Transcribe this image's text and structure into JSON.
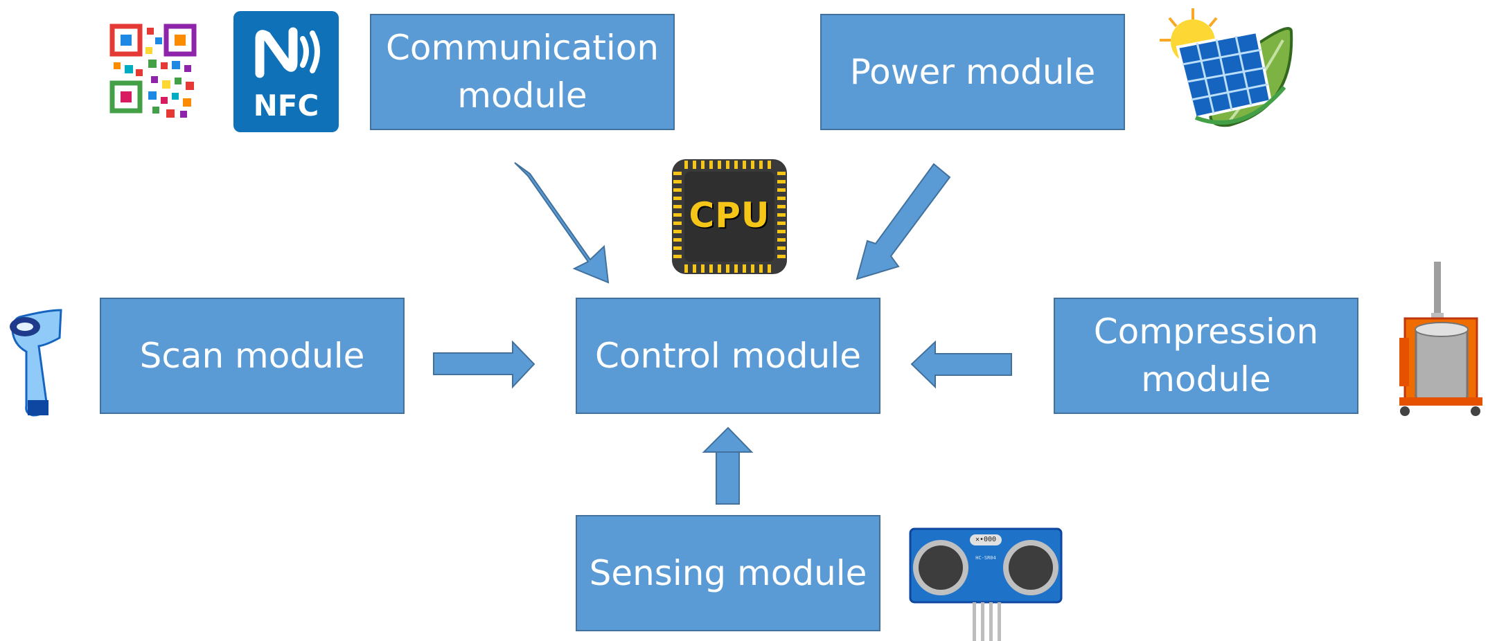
{
  "modules": {
    "communication": "Communication\nmodule",
    "power": "Power module",
    "scan": "Scan module",
    "control": "Control module",
    "compression": "Compression\nmodule",
    "sensing": "Sensing module"
  },
  "icons": {
    "qr": "qr-code-icon",
    "nfc": "nfc-icon",
    "nfc_label": "NFC",
    "cpu": "cpu-chip-icon",
    "cpu_label": "CPU",
    "solar": "solar-panel-leaf-icon",
    "scanner": "barcode-scanner-icon",
    "compactor": "compactor-machine-icon",
    "ultrasonic": "ultrasonic-sensor-icon",
    "ultrasonic_label": "✕•000",
    "ultrasonic_sub": "HC-SR04"
  },
  "colors": {
    "box_fill": "#5b9bd5",
    "box_border": "#41719c",
    "text": "#ffffff",
    "cpu_gold": "#f5c518"
  }
}
